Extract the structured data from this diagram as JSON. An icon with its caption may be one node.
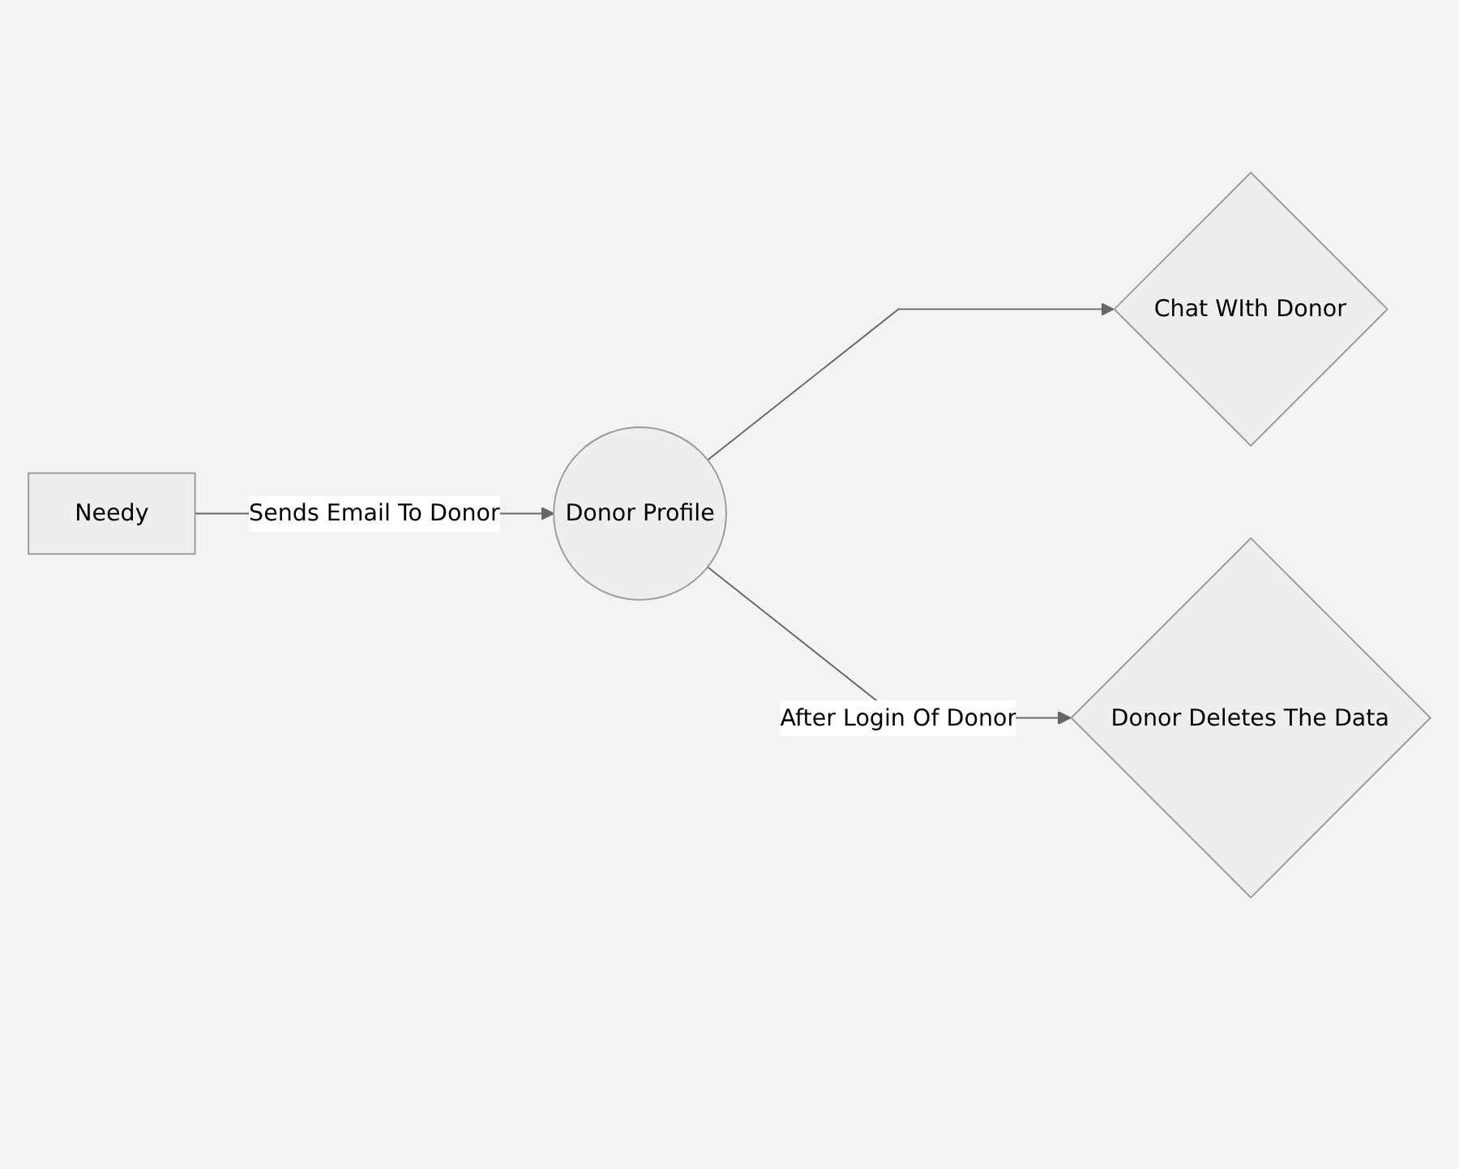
{
  "diagram": {
    "nodes": [
      {
        "text": [
          "Needy"
        ]
      },
      {
        "text": [
          "Donor Profile"
        ]
      },
      {
        "text": [
          "Chat WIth Donor"
        ]
      },
      {
        "text": [
          "Donor Deletes The Data"
        ]
      }
    ],
    "edges": [
      {
        "from": 0,
        "to": 1,
        "label": "Sends Email To Donor",
        "arrow": "to"
      },
      {
        "from": 1,
        "to": 2,
        "arrow": "to"
      },
      {
        "from": 1,
        "to": 3,
        "label": "After Login Of Donor",
        "arrow": "to"
      }
    ]
  }
}
